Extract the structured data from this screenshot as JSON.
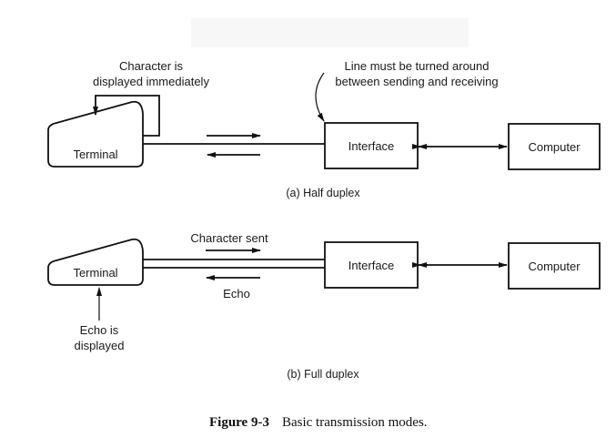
{
  "figure": {
    "number": "Figure 9-3",
    "title": "Basic transmission modes."
  },
  "half_duplex": {
    "caption": "(a)  Half duplex",
    "terminal_label": "Terminal",
    "interface_label": "Interface",
    "computer_label": "Computer",
    "echo_note_line1": "Character is",
    "echo_note_line2": "displayed immediately",
    "line_note_line1": "Line must be turned around",
    "line_note_line2": "between sending and receiving"
  },
  "full_duplex": {
    "caption": "(b)  Full duplex",
    "terminal_label": "Terminal",
    "interface_label": "Interface",
    "computer_label": "Computer",
    "sent_label": "Character sent",
    "echo_label": "Echo",
    "echo_note_line1": "Echo is",
    "echo_note_line2": "displayed"
  }
}
